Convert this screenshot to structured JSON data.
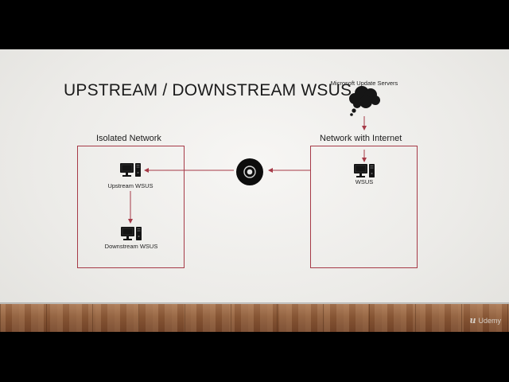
{
  "slide": {
    "title": "UPSTREAM / DOWNSTREAM WSUS",
    "cloud_label": "Microsoft Update Servers",
    "isolated_box_label": "Isolated Network",
    "internet_box_label": "Network with Internet",
    "upstream_label": "Upstream WSUS",
    "downstream_label": "Downstream WSUS",
    "wsus_label": "WSUS"
  },
  "branding": {
    "name": "Udemy",
    "logo_glyph": "u"
  },
  "colors": {
    "arrow": "#a63a47",
    "box_border": "#a63a47"
  }
}
